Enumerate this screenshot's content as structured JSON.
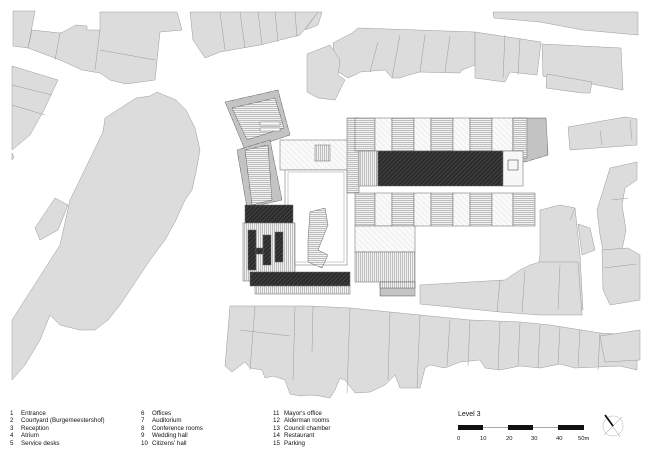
{
  "plan": {
    "title": "Level 3",
    "colors": {
      "context_buildings": "#dcdcdc",
      "context_outline": "#9a9a9a",
      "hatch_dark": "#2b2b2b",
      "hatch_mid": "#9c9c9c",
      "background": "#ffffff"
    }
  },
  "legend": {
    "col1": [
      {
        "num": "1",
        "label": "Entrance"
      },
      {
        "num": "2",
        "label": "Courtyard (Burgemeestershof)"
      },
      {
        "num": "3",
        "label": "Reception"
      },
      {
        "num": "4",
        "label": "Atrium"
      },
      {
        "num": "5",
        "label": "Service desks"
      }
    ],
    "col2": [
      {
        "num": "6",
        "label": "Offices"
      },
      {
        "num": "7",
        "label": "Auditorium"
      },
      {
        "num": "8",
        "label": "Conference rooms"
      },
      {
        "num": "9",
        "label": "Wedding hall"
      },
      {
        "num": "10",
        "label": "Citizens' hall"
      }
    ],
    "col3": [
      {
        "num": "11",
        "label": "Mayor's office"
      },
      {
        "num": "12",
        "label": "Alderman rooms"
      },
      {
        "num": "13",
        "label": "Council chamber"
      },
      {
        "num": "14",
        "label": "Restaurant"
      },
      {
        "num": "15",
        "label": "Parking"
      }
    ]
  },
  "scale": {
    "level_label": "Level 3",
    "ticks": [
      "0",
      "10",
      "20",
      "30",
      "40",
      "50m"
    ]
  },
  "north_arrow": {
    "icon": "north-arrow-icon"
  }
}
